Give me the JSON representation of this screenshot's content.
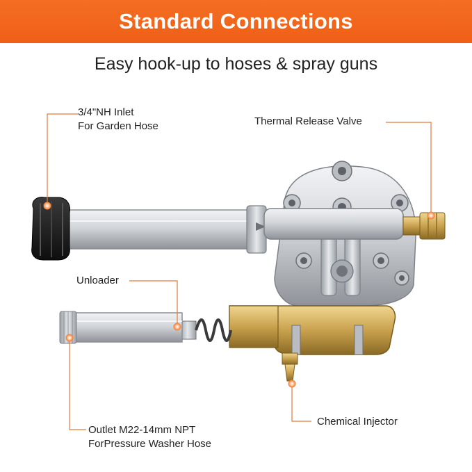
{
  "header": {
    "title": "Standard Connections"
  },
  "subtitle": "Easy hook-up to hoses & spray guns",
  "callouts": {
    "inlet": {
      "line1": "3/4\"NH Inlet",
      "line2": "For Garden Hose"
    },
    "thermal": {
      "text": "Thermal Release Valve"
    },
    "unloader": {
      "text": "Unloader"
    },
    "outlet": {
      "line1": "Outlet M22-14mm NPT",
      "line2": "ForPressure Washer Hose"
    },
    "chemical": {
      "text": "Chemical Injector"
    }
  },
  "colors": {
    "banner": "#f26a1f",
    "callout_line": "#e07a3a",
    "callout_dot": "#f5823b",
    "brass": "#c9a24e",
    "aluminum": "#c9ccd0"
  },
  "icons": [
    "pressure-washer-pump-illustration"
  ]
}
